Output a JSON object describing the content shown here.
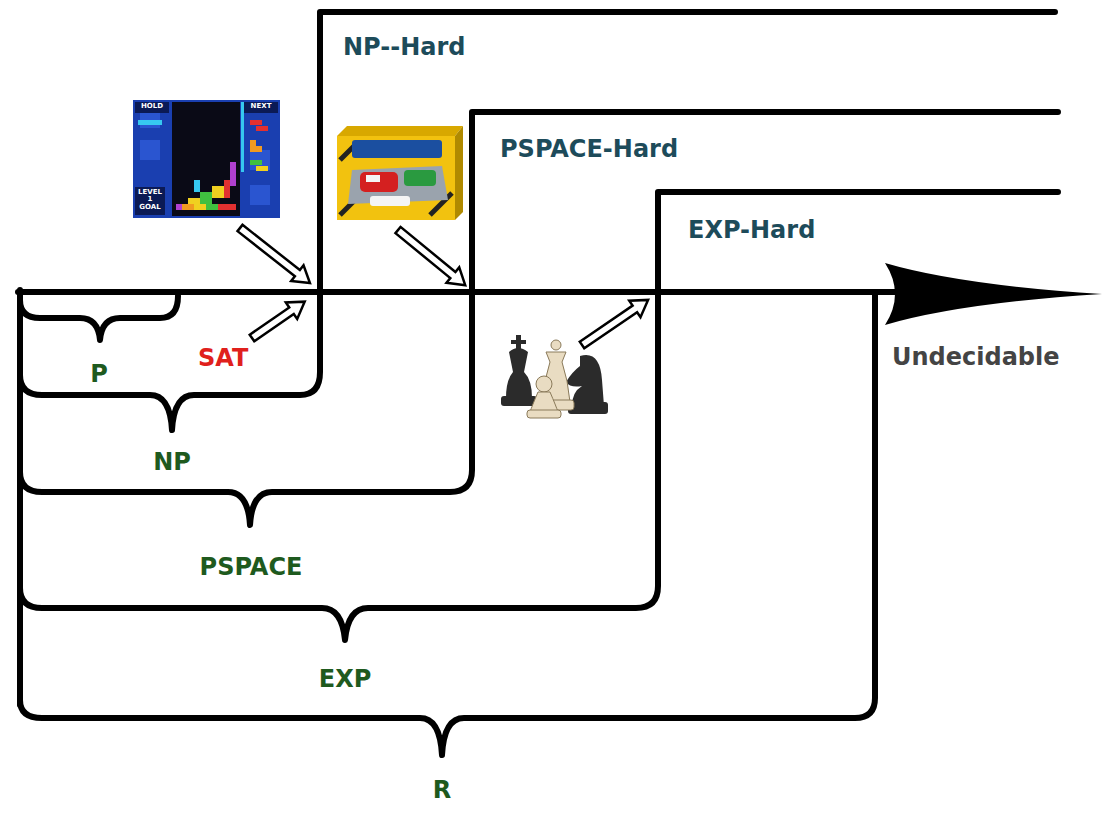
{
  "diagram": {
    "labels": [
      "NP--Hard",
      "PSPACE-Hard",
      "EXP-Hard",
      "Undecidable",
      "SAT",
      "P",
      "NP",
      "PSPACE",
      "EXP",
      "R",
      "HOLD",
      "NEXT",
      "LEVEL 1 GOAL"
    ]
  }
}
